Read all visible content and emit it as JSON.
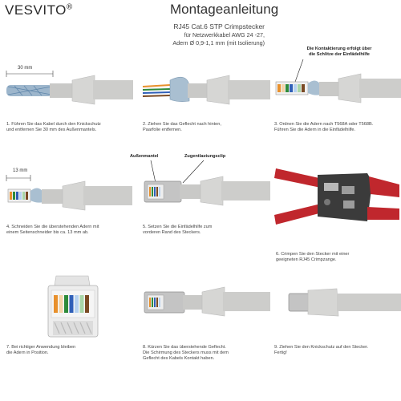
{
  "header": {
    "brand": "VESVITO",
    "brand_mark": "®",
    "title": "Montageanleitung",
    "subtitle_line1": "RJ45 Cat.6 STP Crimpstecker",
    "subtitle_line2": "für Netzwerkkabel AWG 24 -27,",
    "subtitle_line3": "Adern Ø 0,9-1,1 mm (mit Isolierung)"
  },
  "steps": [
    {
      "line1": "1. Führen Sie das Kabel durch den Knickschutz",
      "line2": "und entfernen Sie 30 mm des Außenmantels."
    },
    {
      "line1": "2. Ziehen Sie das Geflecht nach hinten,",
      "line2": "Paarfolie entfernen."
    },
    {
      "line1": "3. Ordnen Sie die Adern nach T568A oder T568B.",
      "line2": "Führen Sie die Adern in die Einfädelhilfe."
    },
    {
      "line1": "4. Schneiden Sie die überstehenden Adern mit",
      "line2": "einem Seitenschneider bis ca. 13 mm ab."
    },
    {
      "line1": "5. Setzen Sie die Einfädelhilfe zum",
      "line2": "vorderen Rand des Steckers."
    },
    {
      "line1": "6. Crimpen Sie den Stecker mit einer",
      "line2": "geeigneten RJ45 Crimpzange."
    },
    {
      "line1": "7. Bei richtiger Anwendung bleiben",
      "line2": "die Adern in Position."
    },
    {
      "line1": "8. Kürzen Sie das überstehende Geflecht.",
      "line2": "Die Schirmung des Steckers muss mit dem",
      "line3": "Geflecht des Kabels Kontakt haben."
    },
    {
      "line1": "9. Ziehen Sie den Knickschutz auf den Stecker.",
      "line2": "Fertig!"
    }
  ],
  "labels": {
    "dim_30": "30 mm",
    "dim_13": "13 mm",
    "note_line1": "Die Kontaktierung erfolgt über",
    "note_line2": "die Schlitze der Einfädelhilfe",
    "outer_jacket": "Außenmantel",
    "strain_relief": "Zugentlastungsclip"
  },
  "colors": {
    "jacket": "#c8c8c6",
    "boot": "#d4d4d2",
    "braid": "#8aa9c4",
    "tool_red": "#c0272d",
    "tool_dark": "#3a3a3a",
    "shield": "#b9b9b9"
  }
}
